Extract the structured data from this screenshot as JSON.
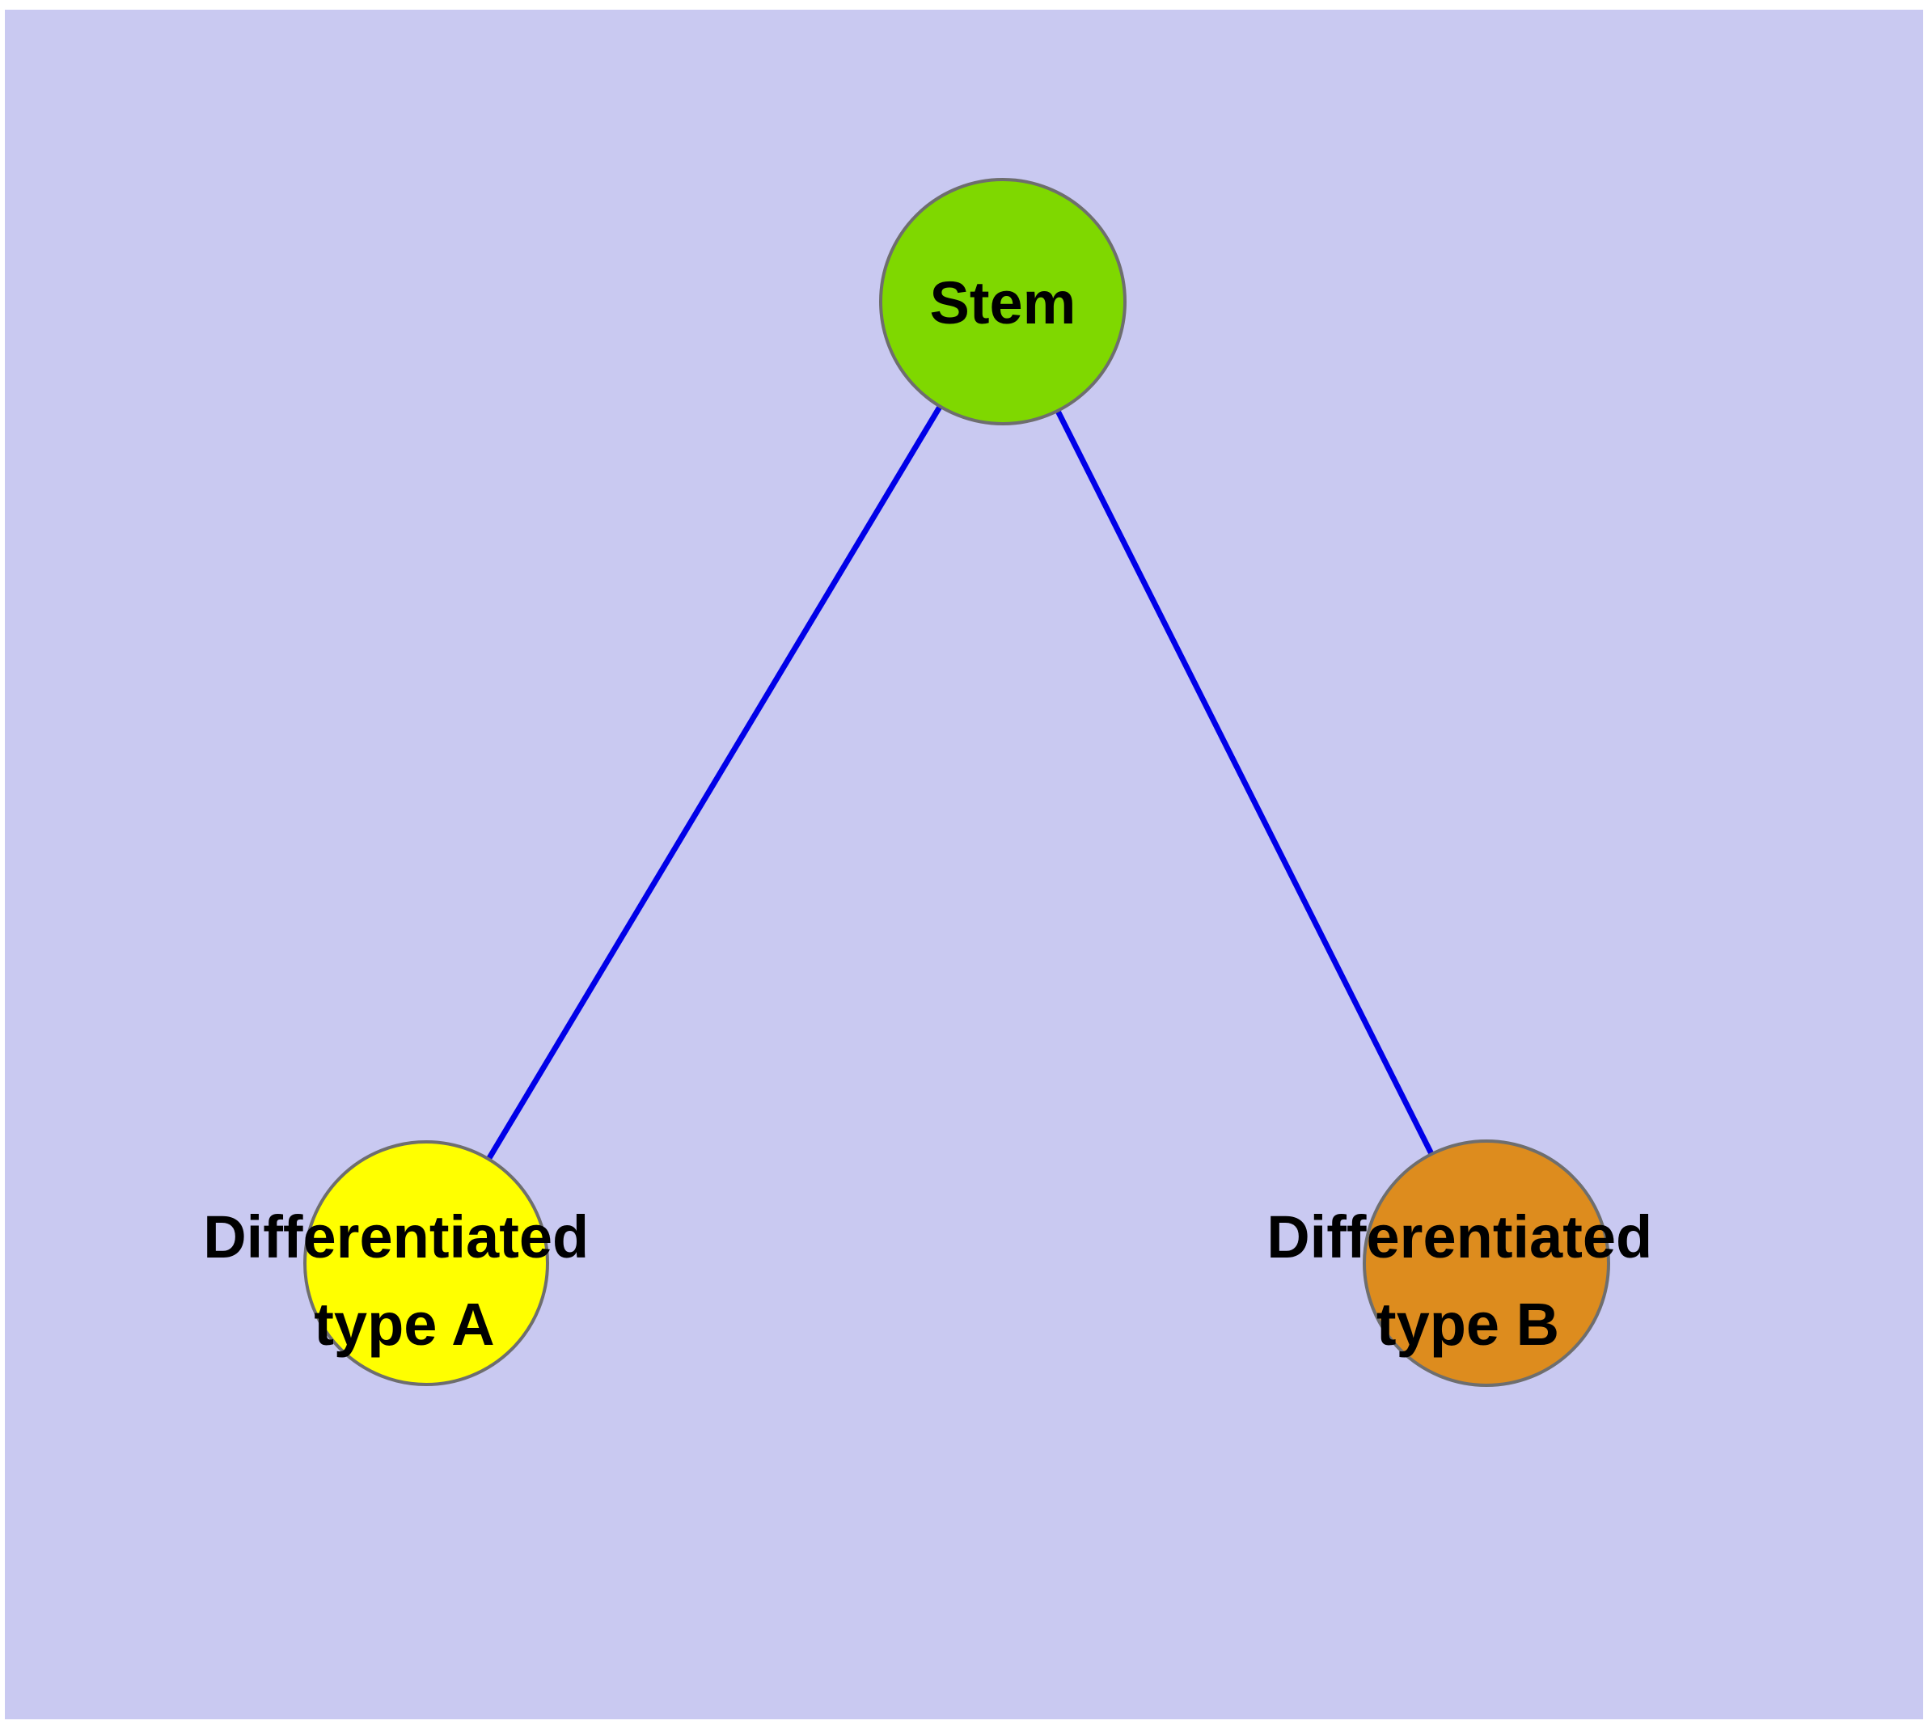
{
  "background_color": "#c9c9f1",
  "edge_color": "#0000e8",
  "node_border_color": "#6e6e6e",
  "nodes": {
    "stem": {
      "label": "Stem",
      "color": "#7fd800"
    },
    "type_a": {
      "label_line1": "Differentiated",
      "label_line2": "type A",
      "color": "#ffff00"
    },
    "type_b": {
      "label_line1": "Differentiated",
      "label_line2": "type B",
      "color": "#dd8c1e"
    }
  }
}
